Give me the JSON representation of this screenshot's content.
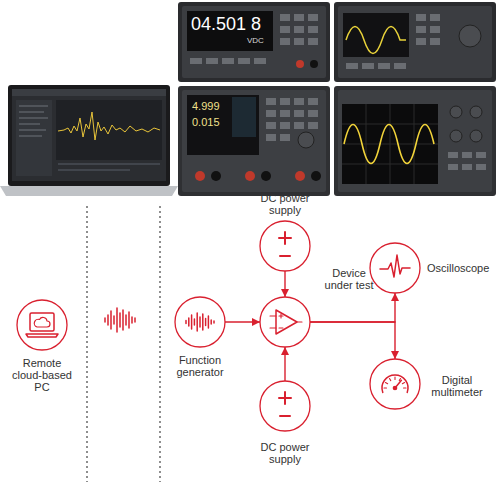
{
  "diagram": {
    "nodes": [
      {
        "text": [
          "Remote cloud-based PC"
        ]
      },
      {
        "text": [
          "DC power supply"
        ]
      },
      {
        "text": [
          "Function generator"
        ]
      },
      {
        "text": [
          "Device under test"
        ]
      },
      {
        "text": [
          "DC power supply"
        ]
      },
      {
        "text": [
          "Oscilloscope"
        ]
      },
      {
        "text": [
          "Digital multimeter"
        ]
      }
    ],
    "edges": [
      {
        "from": 2,
        "to": 3,
        "arrow": "to"
      },
      {
        "from": 1,
        "to": 3,
        "arrow": "to"
      },
      {
        "from": 4,
        "to": 3,
        "arrow": "to"
      },
      {
        "from": 3,
        "to": 5,
        "arrow": "to"
      },
      {
        "from": 3,
        "to": 6,
        "arrow": "to"
      }
    ],
    "labels": [
      "04.501 8",
      "VDC",
      "4.999",
      "0.015"
    ]
  }
}
